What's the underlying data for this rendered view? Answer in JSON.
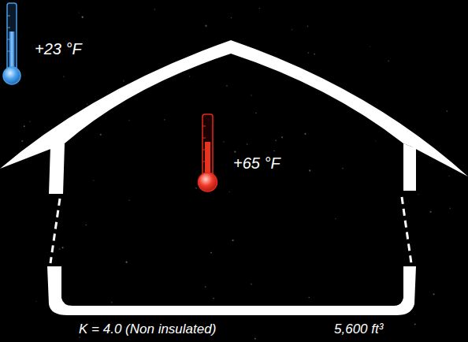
{
  "diagram": {
    "labels": [
      "+23 °F",
      "+65 °F",
      "K = 4.0 (Non insulated)",
      "5,600 ft³"
    ]
  }
}
